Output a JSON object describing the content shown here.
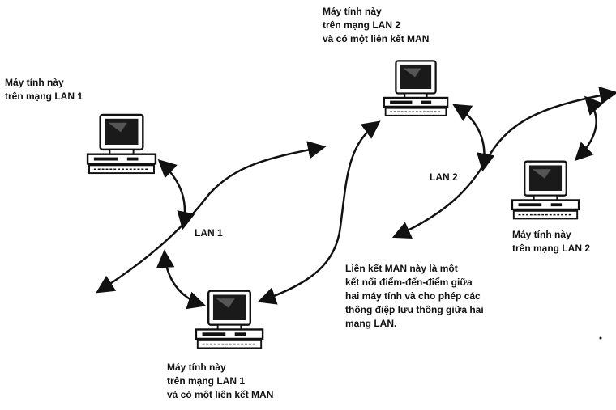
{
  "labels": {
    "pc_lan1_top": "Máy tính này\ntrên mạng LAN 1",
    "pc_lan2_top": "Máy tính này\ntrên mạng LAN 2\nvà có một liên kết MAN",
    "pc_lan2_right": "Máy tính này\ntrên mạng LAN 2",
    "pc_lan1_bottom": "Máy tính này\ntrên mạng LAN 1\nvà có một liên kết MAN",
    "lan1": "LAN 1",
    "lan2": "LAN 2",
    "man_note": "Liên kết MAN này là một\nkết nối điểm-đến-điểm giữa\nhai máy tính và cho phép các\nthông điệp lưu thông giữa hai\nmạng LAN."
  }
}
